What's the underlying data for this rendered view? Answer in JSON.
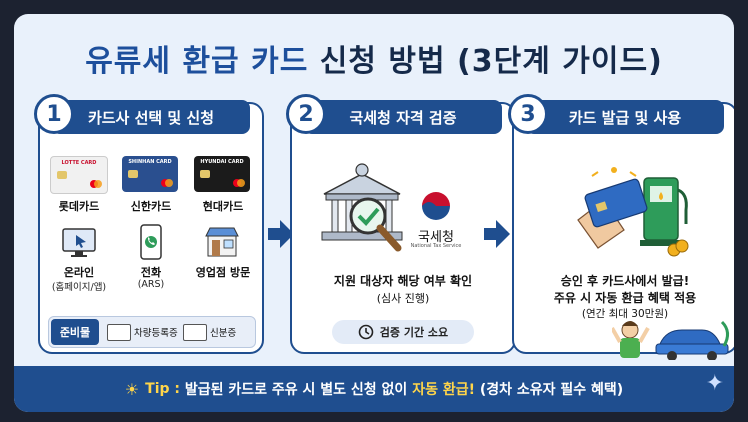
{
  "title": {
    "part1": "유류세 환급 카드",
    "part2": "신청 방법 (3단계 가이드)"
  },
  "steps": [
    {
      "number": "1",
      "title": "카드사 선택 및 신청",
      "cards": [
        {
          "brand": "LOTTE CARD",
          "label": "롯데카드",
          "color": "#f1f1f1",
          "text": "#c8102e"
        },
        {
          "brand": "SHINHAN CARD",
          "label": "신한카드",
          "color": "#2a4f8f",
          "text": "#ffffff"
        },
        {
          "brand": "HYUNDAI CARD",
          "label": "현대카드",
          "color": "#1b1b1b",
          "text": "#ffffff"
        }
      ],
      "channels": [
        {
          "label": "온라인",
          "sub": "(홈페이지/앱)",
          "icon": "monitor-icon"
        },
        {
          "label": "전화",
          "sub": "(ARS)",
          "icon": "phone-icon"
        },
        {
          "label": "영업점 방문",
          "sub": "",
          "icon": "store-icon"
        }
      ],
      "prep": {
        "tag": "준비물",
        "docs": [
          "차량등록증",
          "신분증"
        ]
      }
    },
    {
      "number": "2",
      "title": "국세청 자격 검증",
      "logo_text": "국세청",
      "logo_sub": "National Tax Service",
      "desc1": "지원 대상자 해당 여부 확인",
      "desc2": "(심사 진행)",
      "pill": "검증 기간 소요"
    },
    {
      "number": "3",
      "title": "카드 발급 및 사용",
      "desc1": "승인 후 카드사에서 발급!",
      "desc2": "주유 시 자동 환급 혜택 적용",
      "desc3": "(연간 최대 30만원)"
    }
  ],
  "tip": {
    "prefix": "Tip :",
    "text1": "발급된 카드로 주유 시 별도 신청 없이",
    "highlight": "자동 환급!",
    "text2": "(경차 소유자 필수 혜택)"
  },
  "colors": {
    "primary": "#1f4e8f",
    "background": "#e9f1fb",
    "highlight": "#ffd54a"
  }
}
